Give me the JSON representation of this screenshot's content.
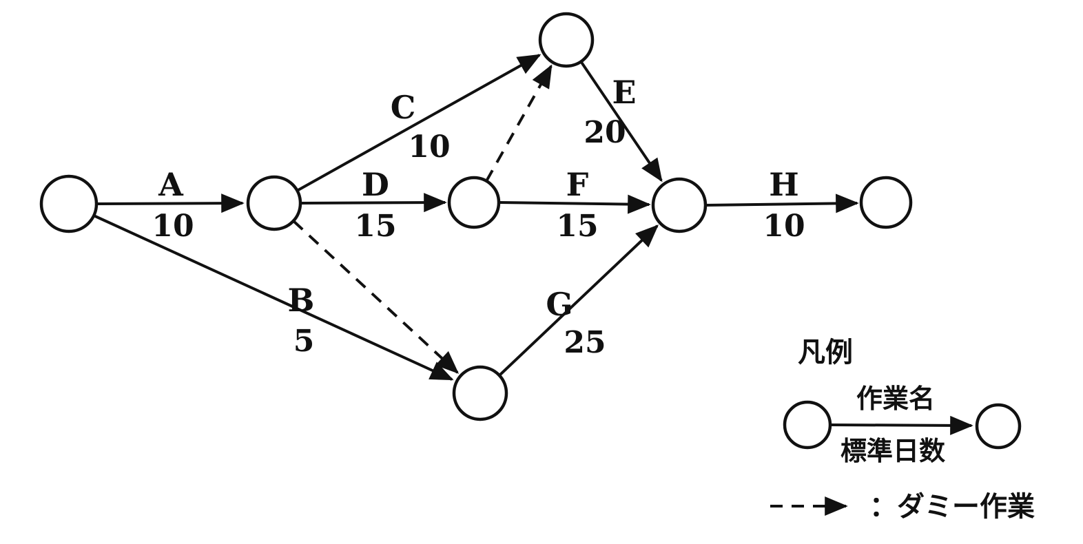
{
  "diagram": {
    "type": "arrow-diagram-pert-network",
    "edges": {
      "A": {
        "name": "A",
        "days": "10",
        "from": "start-node",
        "to": "node-2"
      },
      "B": {
        "name": "B",
        "days": "5",
        "from": "start-node",
        "to": "bottom-node"
      },
      "C": {
        "name": "C",
        "days": "10",
        "from": "node-2",
        "to": "top-node"
      },
      "D": {
        "name": "D",
        "days": "15",
        "from": "node-2",
        "to": "middle-node"
      },
      "E": {
        "name": "E",
        "days": "20",
        "from": "top-node",
        "to": "join-node"
      },
      "F": {
        "name": "F",
        "days": "15",
        "from": "middle-node",
        "to": "join-node"
      },
      "G": {
        "name": "G",
        "days": "25",
        "from": "bottom-node",
        "to": "join-node"
      },
      "H": {
        "name": "H",
        "days": "10",
        "from": "join-node",
        "to": "end-node"
      }
    },
    "dummy_edges": [
      {
        "from": "node-2",
        "to": "bottom-node",
        "style": "dashed"
      },
      {
        "from": "middle-node",
        "to": "top-node",
        "style": "dashed"
      }
    ]
  },
  "legend": {
    "title": "凡例",
    "activity_name_label": "作業名",
    "standard_days_label": "標準日数",
    "dummy_label": "：ダミー作業"
  },
  "colors": {
    "ink": "#111111",
    "background": "#ffffff"
  }
}
